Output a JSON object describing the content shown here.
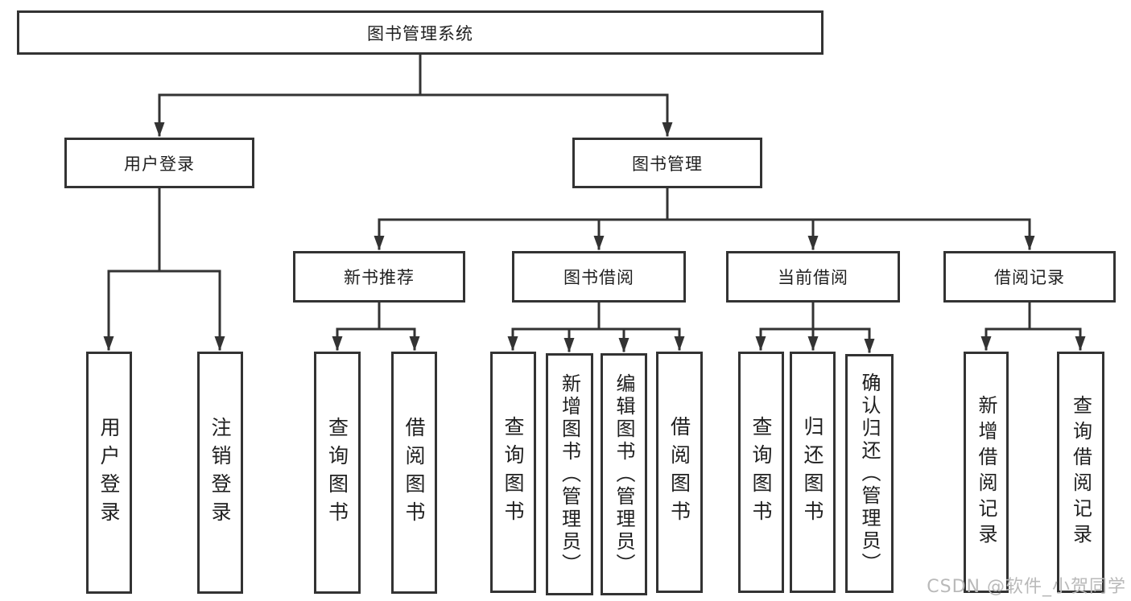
{
  "tree": {
    "root": {
      "label": "图书管理系统"
    },
    "login_branch": {
      "label": "用户登录",
      "children": [
        {
          "label": "用户登录"
        },
        {
          "label": "注销登录"
        }
      ]
    },
    "mgmt_branch": {
      "label": "图书管理",
      "sections": [
        {
          "label": "新书推荐",
          "children": [
            {
              "label": "查询图书"
            },
            {
              "label": "借阅图书"
            }
          ]
        },
        {
          "label": "图书借阅",
          "children": [
            {
              "label": "查询图书"
            },
            {
              "label": "新增图书（管理员）"
            },
            {
              "label": "编辑图书（管理员）"
            },
            {
              "label": "借阅图书"
            }
          ]
        },
        {
          "label": "当前借阅",
          "children": [
            {
              "label": "查询图书"
            },
            {
              "label": "归还图书"
            },
            {
              "label": "确认归还（管理员）"
            }
          ]
        },
        {
          "label": "借阅记录",
          "children": [
            {
              "label": "新增借阅记录"
            },
            {
              "label": "查询借阅记录"
            }
          ]
        }
      ]
    }
  },
  "watermark": {
    "text": "CSDN @软件_小贺同学"
  },
  "colors": {
    "line": "#333333",
    "box_border": "#333333",
    "text": "#1f1f1f",
    "watermark": "#b9b9b9",
    "background": "#ffffff"
  }
}
